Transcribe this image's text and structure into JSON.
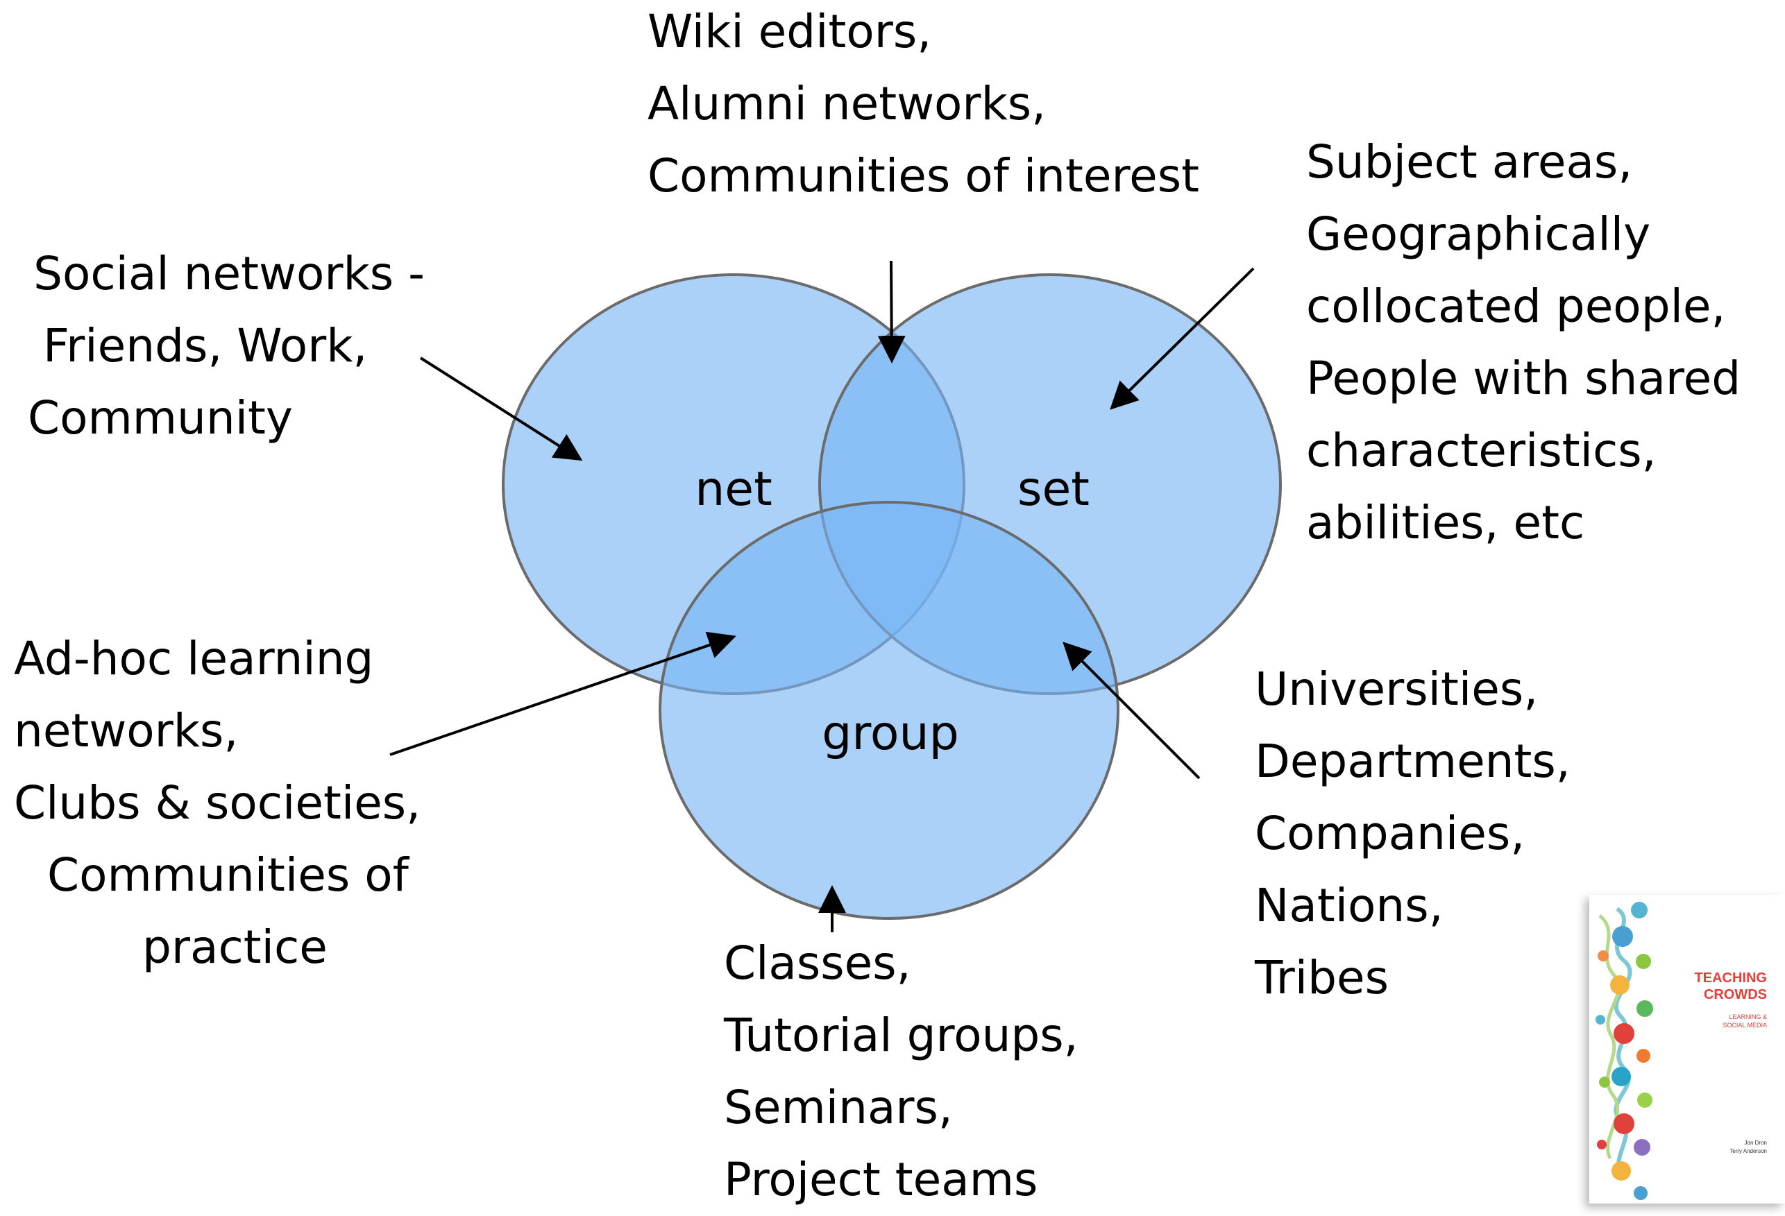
{
  "sets": {
    "net": "net",
    "set": "set",
    "group": "group"
  },
  "annotations": {
    "net_set_overlap": [
      "Wiki editors,",
      "Alumni networks,",
      "Communities of interest"
    ],
    "set_only": [
      "Subject areas,",
      "Geographically",
      "collocated people,",
      "People with shared",
      "characteristics,",
      "abilities, etc"
    ],
    "net_only": [
      "Social networks -",
      "Friends, Work,",
      "Community"
    ],
    "net_group_overlap": [
      "Ad-hoc learning",
      "networks,",
      "Clubs & societies,",
      "Communities of",
      "practice"
    ],
    "set_group_overlap": [
      "Universities,",
      "Departments,",
      "Companies,",
      "Nations,",
      "Tribes"
    ],
    "group_only": [
      "Classes,",
      "Tutorial groups,",
      "Seminars,",
      "Project teams"
    ]
  },
  "book_cover": {
    "title_line1": "TEACHING",
    "title_line2": "CROWDS",
    "subtitle_line1": "LEARNING &",
    "subtitle_line2": "SOCIAL MEDIA",
    "author1": "Jon Dron",
    "author2": "Terry Anderson"
  },
  "colors": {
    "circle_fill": "#78b4f5",
    "circle_stroke": "#6b6b6b",
    "text": "#000000",
    "cover_title": "#e0413a"
  }
}
